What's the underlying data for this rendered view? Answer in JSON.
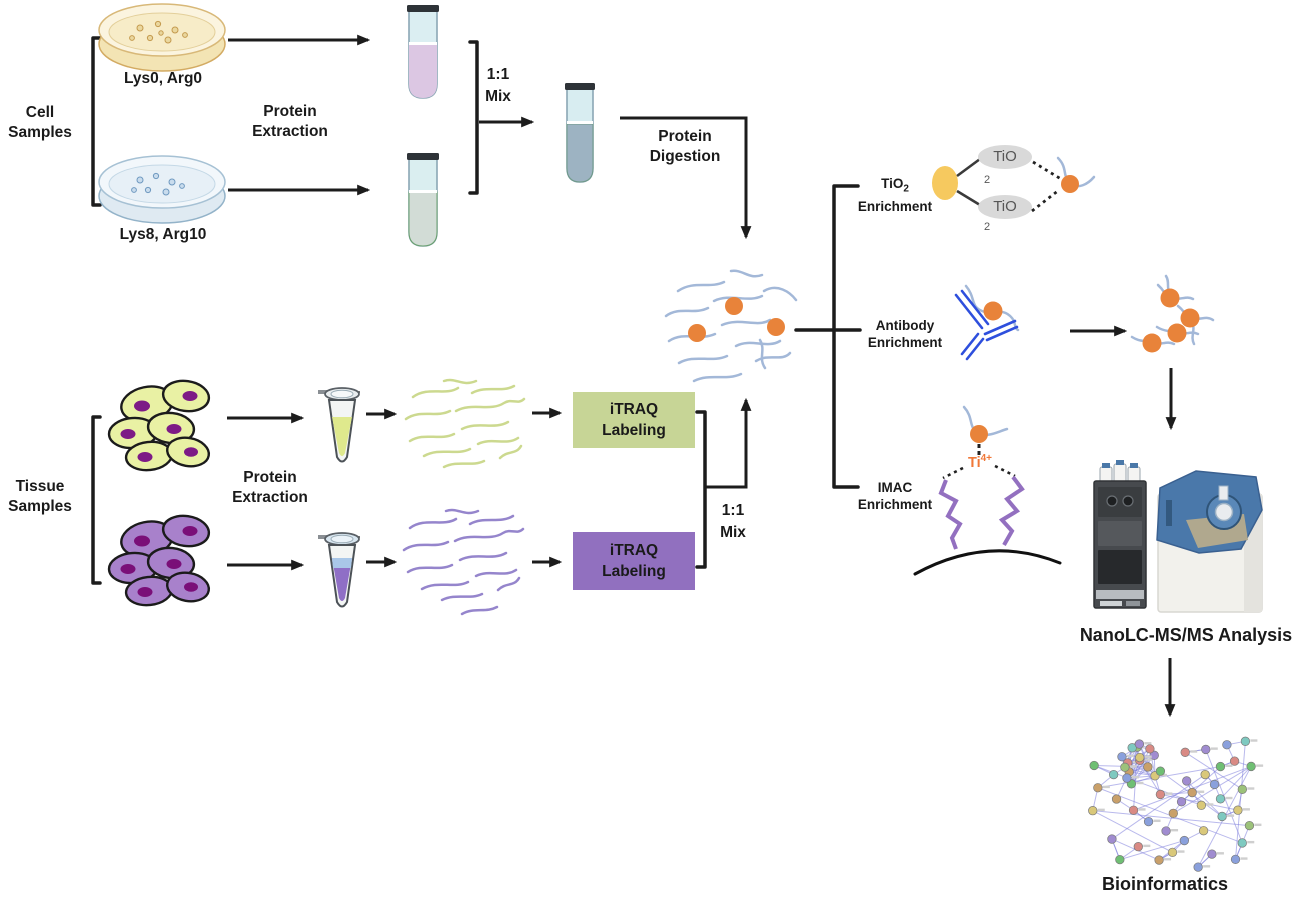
{
  "labels": {
    "cell_samples": "Cell Samples",
    "lys0_arg0": "Lys0, Arg0",
    "lys8_arg10": "Lys8, Arg10",
    "protein_extraction_top": "Protein Extraction",
    "mix_top": "1:1 Mix",
    "protein_digestion": "Protein Digestion",
    "tissue_samples": "Tissue Samples",
    "protein_extraction_bottom": "Protein Extraction",
    "itraq_labeling_green": "iTRAQ Labeling",
    "itraq_labeling_purple": "iTRAQ Labeling",
    "mix_bottom": "1:1 Mix",
    "tio2_enrichment": {
      "main": "TiO",
      "sub": "2",
      "line2": "Enrichment"
    },
    "antibody_enrichment": "Antibody Enrichment",
    "imac_enrichment": "IMAC Enrichment",
    "tio_particle": {
      "text": "TiO",
      "sub": "2"
    },
    "ti4": {
      "main": "Ti",
      "sup": "4+"
    },
    "nanolc": "NanoLC-MS/MS Analysis",
    "bioinformatics": "Bioinformatics"
  },
  "colors": {
    "phospho_orange": "#e8833a",
    "antibody_blue": "#2e4fdd",
    "itraq_green": "#c7d596",
    "itraq_purple": "#9170bf",
    "imac_polymer_purple": "#9370c0",
    "ti4_orange": "#f07838",
    "tio2_bead_yellow": "#f6c95f",
    "tio2_particle_gray": "#d9d9d9",
    "peptide_blue": "#a3b8d8",
    "peptide_green": "#ccd98f",
    "peptide_purple": "#9585cc"
  }
}
